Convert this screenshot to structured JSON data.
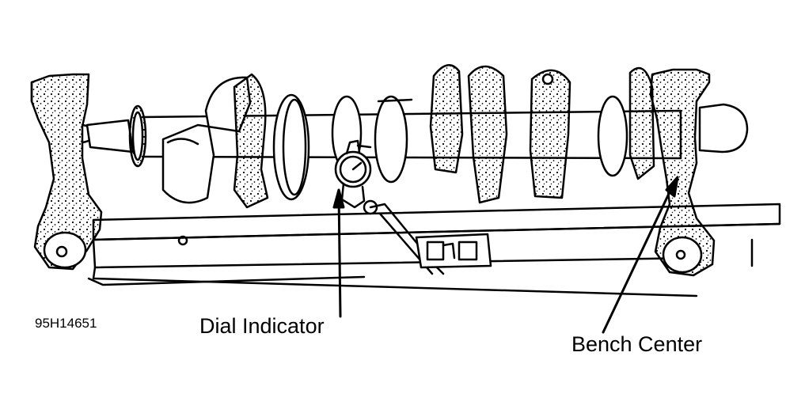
{
  "figure": {
    "id": "95H14651",
    "labels": {
      "dial_indicator": "Dial Indicator",
      "bench_center": "Bench Center"
    }
  },
  "colors": {
    "ink": "#000000",
    "paper": "#ffffff"
  }
}
